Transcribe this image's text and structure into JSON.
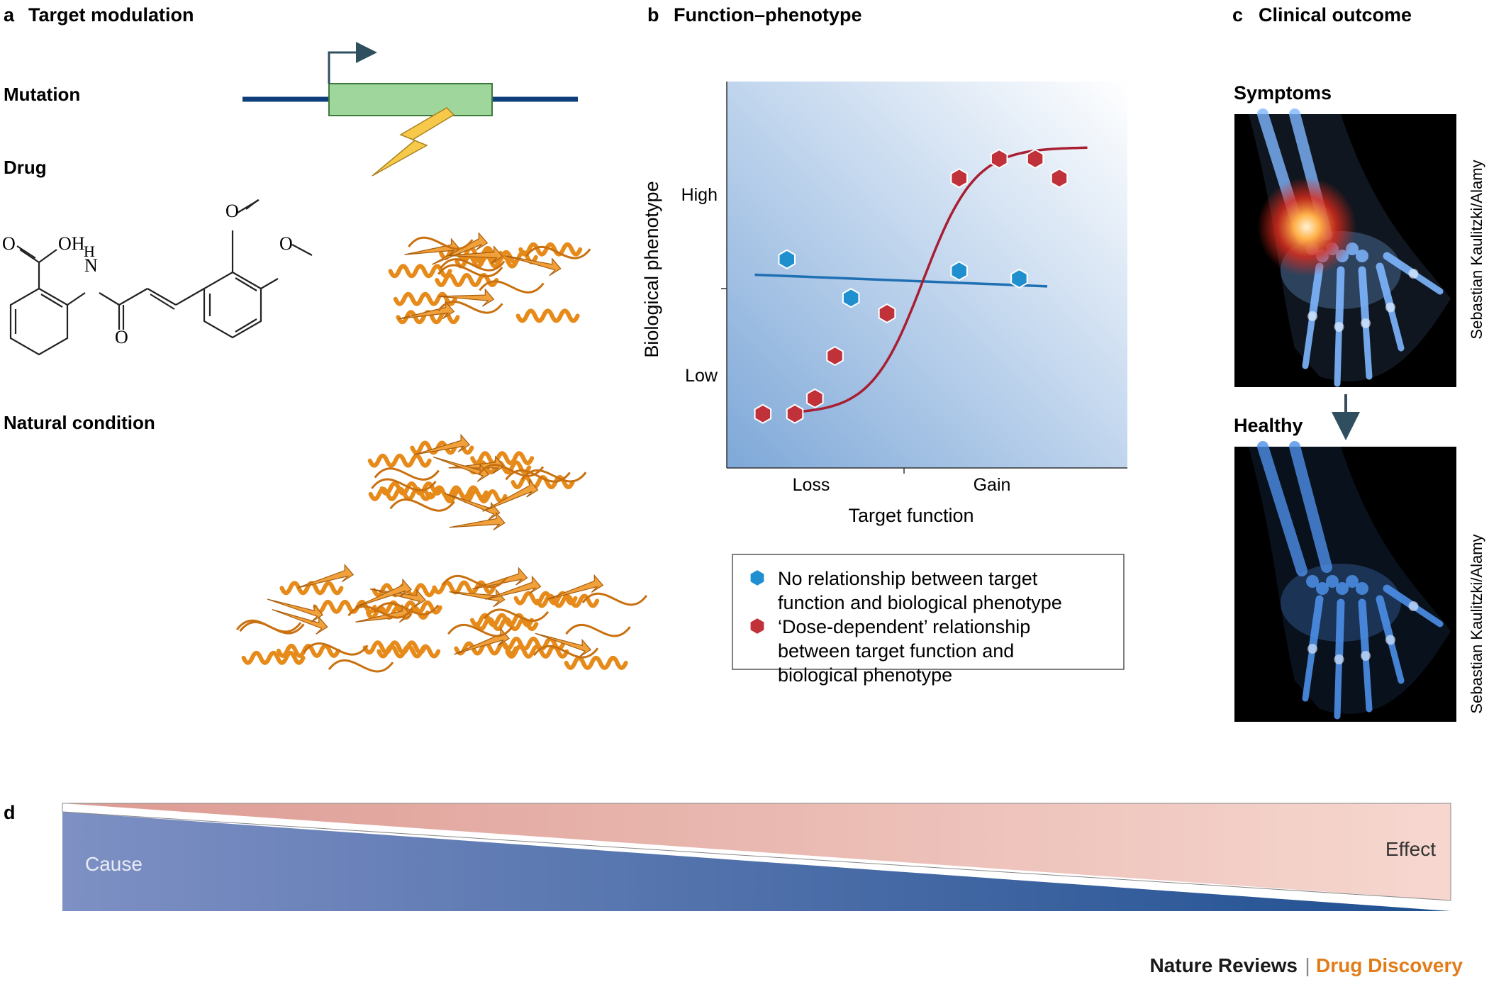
{
  "panels": {
    "a": {
      "letter": "a",
      "title": "Target modulation",
      "rows": {
        "mutation": "Mutation",
        "drug": "Drug",
        "natural": "Natural condition"
      }
    },
    "b": {
      "letter": "b",
      "title": "Function–phenotype"
    },
    "c": {
      "letter": "c",
      "title": "Clinical outcome",
      "symptoms": "Symptoms",
      "healthy": "Healthy",
      "credit": "Sebastian Kaulitzki/Alamy"
    },
    "d": {
      "letter": "d",
      "cause": "Cause",
      "effect": "Effect"
    }
  },
  "molecule": {
    "oh": "OH",
    "o": "O",
    "h": "H",
    "n": "N"
  },
  "chart_data": {
    "type": "scatter",
    "xlabel": "Target function",
    "ylabel": "Biological phenotype",
    "x_ticks": [
      "Loss",
      "Gain"
    ],
    "y_ticks": [
      "High",
      "Low"
    ],
    "xlim": [
      0,
      10
    ],
    "ylim": [
      0,
      10
    ],
    "series": [
      {
        "name": "No relationship between target function and biological phenotype",
        "color": "#1f8fd0",
        "marker": "hexagon",
        "points": [
          [
            1.5,
            5.4
          ],
          [
            3.1,
            4.4
          ],
          [
            5.8,
            5.1
          ],
          [
            7.3,
            4.9
          ]
        ],
        "trend": [
          [
            0.7,
            5.0
          ],
          [
            8.0,
            4.7
          ]
        ]
      },
      {
        "name": "‘Dose-dependent’ relationship between target function and biological phenotype",
        "color": "#c0313a",
        "marker": "hexagon",
        "points": [
          [
            0.9,
            1.4
          ],
          [
            1.7,
            1.4
          ],
          [
            2.2,
            1.8
          ],
          [
            2.7,
            2.9
          ],
          [
            4.0,
            4.0
          ],
          [
            5.8,
            7.5
          ],
          [
            6.8,
            8.0
          ],
          [
            7.7,
            8.0
          ],
          [
            8.3,
            7.5
          ]
        ],
        "curve": "sigmoid"
      }
    ],
    "legend_lines": [
      [
        "No relationship between target",
        "function and biological phenotype"
      ],
      [
        "‘Dose-dependent’ relationship",
        "between target function and",
        "biological phenotype"
      ]
    ],
    "legend_position": "bottom"
  },
  "colors": {
    "gene_line": "#0e3f7a",
    "gene_box": "#9fd69b",
    "bolt": "#f7c94a",
    "protein": "#e68a1a",
    "curve": "#a81e32",
    "trend": "#1f6fb3",
    "brand_orange": "#e07d1a"
  },
  "footer": {
    "journal": "Nature Reviews",
    "separator": "|",
    "section": "Drug Discovery"
  }
}
